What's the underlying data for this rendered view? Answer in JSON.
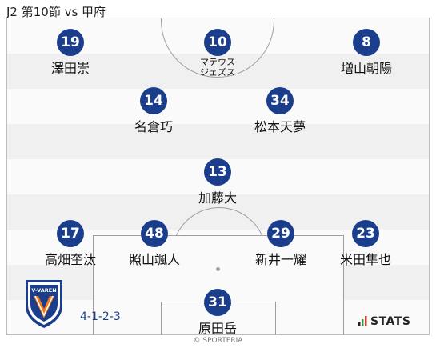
{
  "header": {
    "title": "J2 第10節 vs 甲府"
  },
  "formation": "4-1-2-3",
  "brand": {
    "stats_label": "STATS",
    "copyright": "© SPORTERIA"
  },
  "team_logo": {
    "text": "V-VAREN"
  },
  "colors": {
    "number_badge": "#1a3e8c",
    "stripe_light": "#fafafa",
    "stripe_dark": "#f0f0f0"
  },
  "players": [
    {
      "number": "19",
      "name": "澤田崇"
    },
    {
      "number": "10",
      "name": "マテウス",
      "name2": "ジェズス"
    },
    {
      "number": "8",
      "name": "増山朝陽"
    },
    {
      "number": "14",
      "name": "名倉巧"
    },
    {
      "number": "34",
      "name": "松本天夢"
    },
    {
      "number": "13",
      "name": "加藤大"
    },
    {
      "number": "17",
      "name": "高畑奎汰"
    },
    {
      "number": "48",
      "name": "照山颯人"
    },
    {
      "number": "29",
      "name": "新井一耀"
    },
    {
      "number": "23",
      "name": "米田隼也"
    },
    {
      "number": "31",
      "name": "原田岳"
    }
  ]
}
